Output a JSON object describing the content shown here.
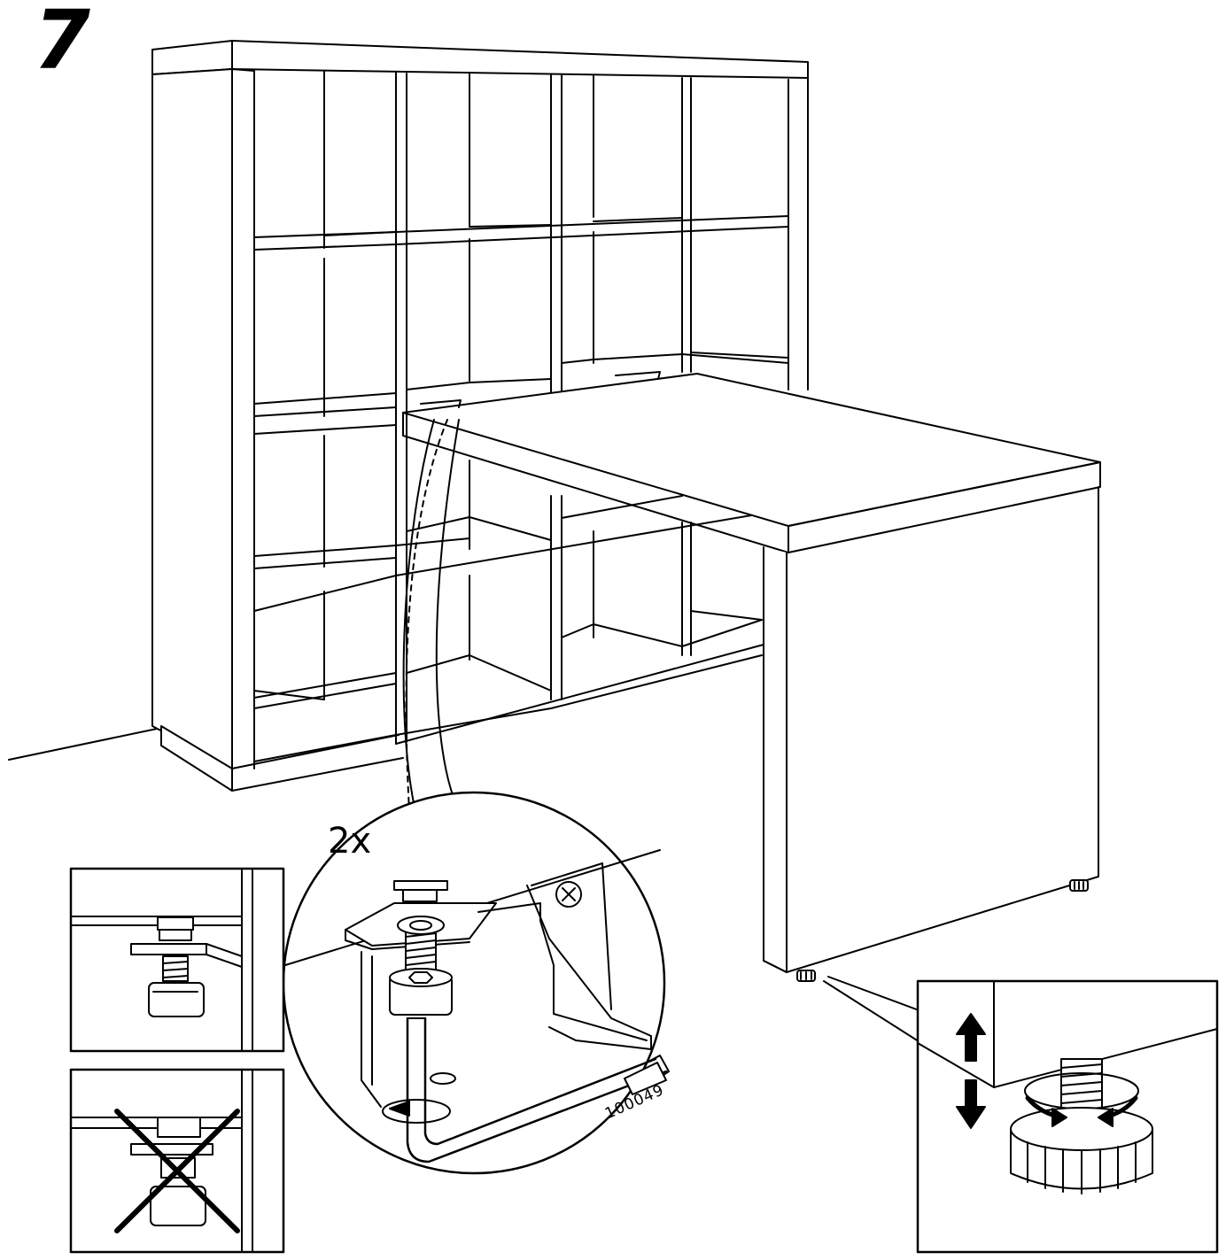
{
  "step": {
    "number": "7"
  },
  "detail": {
    "quantity": "2x",
    "tool_part_number": "100049"
  },
  "colors": {
    "line": "#000000",
    "background": "#ffffff"
  },
  "icons": [
    "hex-key-icon",
    "rotate-arrow-icon",
    "up-arrow-icon",
    "down-arrow-icon",
    "cross-out-icon"
  ]
}
